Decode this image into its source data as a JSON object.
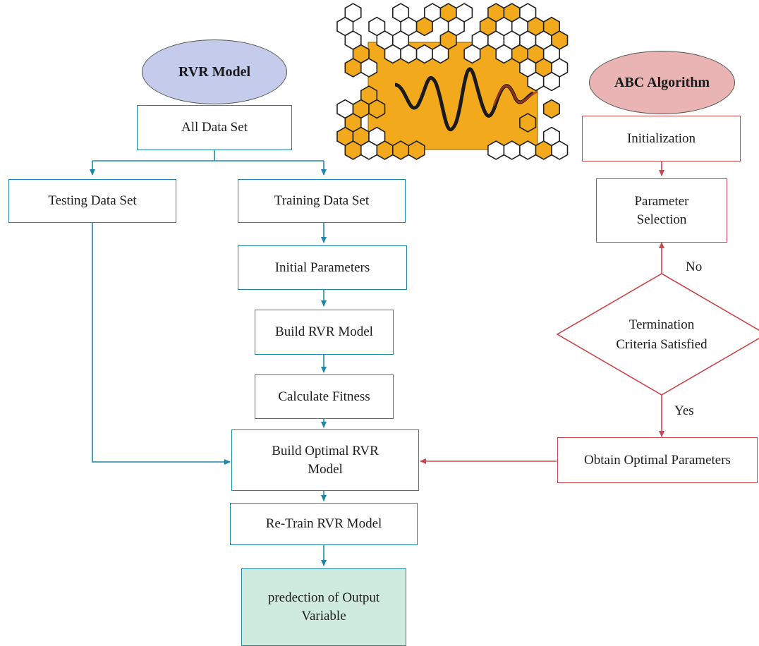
{
  "rvr": {
    "title": "RVR Model",
    "all_data_set": "All Data Set",
    "testing_data_set": "Testing Data Set",
    "training_data_set": "Training Data Set",
    "initial_parameters": "Initial Parameters",
    "build_rvr_model": "Build RVR Model",
    "calculate_fitness": "Calculate Fitness",
    "build_optimal_line1": "Build Optimal RVR",
    "build_optimal_line2": "Model",
    "retrain": "Re-Train RVR Model",
    "prediction_line1": "predection of Output",
    "prediction_line2": "Variable"
  },
  "abc": {
    "title": "ABC Algorithm",
    "initialization": "Initialization",
    "parameter_selection_line1": "Parameter",
    "parameter_selection_line2": "Selection",
    "termination_line1": "Termination",
    "termination_line2": "Criteria Satisfied",
    "no_label": "No",
    "yes_label": "Yes",
    "obtain_optimal": "Obtain Optimal Parameters"
  },
  "colors": {
    "blue_line": "#1f86a8",
    "red_line": "#c9484d",
    "rvr_ellipse_fill": "#c5cbeb",
    "abc_ellipse_fill": "#eab4b4",
    "prediction_fill": "#cfeadf",
    "honeycomb_orange": "#f2aa1c"
  },
  "icons": {
    "center_image": "honeycomb-wave-illustration"
  }
}
